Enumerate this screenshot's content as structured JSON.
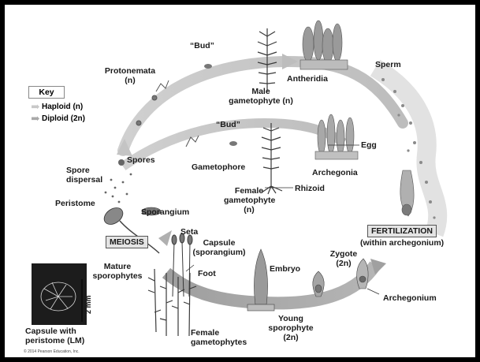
{
  "key": {
    "title": "Key",
    "haploid": "Haploid (n)",
    "diploid": "Diploid (2n)"
  },
  "labels": {
    "bud_top": "“Bud”",
    "bud_middle": "“Bud”",
    "protonemata": "Protonemata",
    "protonemata_n": "(n)",
    "male_gametophyte": "Male",
    "male_gametophyte_2": "gametophyte (n)",
    "antheridia": "Antheridia",
    "sperm": "Sperm",
    "egg": "Egg",
    "archegonia": "Archegonia",
    "gametophore": "Gametophore",
    "rhizoid": "Rhizoid",
    "female_gametophyte": "Female",
    "female_gametophyte_2": "gametophyte",
    "female_gametophyte_3": "(n)",
    "spores": "Spores",
    "spore_dispersal": "Spore",
    "spore_dispersal_2": "dispersal",
    "peristome": "Peristome",
    "sporangium": "Sporangium",
    "meiosis": "MEIOSIS",
    "seta": "Seta",
    "capsule": "Capsule",
    "capsule_2": "(sporangium)",
    "foot": "Foot",
    "mature_sporophytes": "Mature",
    "mature_sporophytes_2": "sporophytes",
    "fertilization": "FERTILIZATION",
    "within_archegonium": "(within archegonium)",
    "zygote": "Zygote",
    "zygote_2": "(2n)",
    "embryo": "Embryo",
    "archegonium": "Archegonium",
    "young_sporophyte": "Young",
    "young_sporophyte_2": "sporophyte",
    "young_sporophyte_3": "(2n)",
    "female_gametophytes": "Female",
    "female_gametophytes_2": "gametophytes",
    "capsule_with_peristome": "Capsule with",
    "capsule_with_peristome_2": "peristome (LM)",
    "scale_bar": "2 mm",
    "copyright": "© 2014 Pearson Education, Inc."
  },
  "colors": {
    "haploid_arrow": "#c8c8c8",
    "diploid_arrow": "#a9a9a9",
    "plant": "#3a3a3a",
    "micrograph_bg": "#1c1c1c"
  }
}
